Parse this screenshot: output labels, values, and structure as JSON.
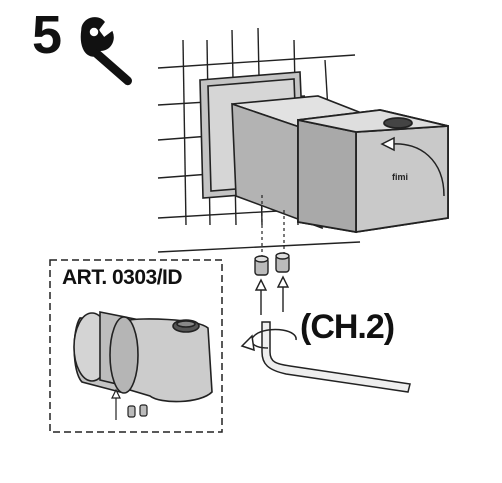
{
  "step": {
    "number": "5"
  },
  "kit_label": "ART. 0303/ID",
  "tool_label": "(CH.2)",
  "icons": {
    "tool": "wrench-icon",
    "rotate": "rotate-arrow-icon"
  },
  "colors": {
    "ink": "#111111",
    "body_gray": "#bdbdbd",
    "light_gray": "#d9d9d9",
    "dark_gray": "#8c8c8c"
  }
}
